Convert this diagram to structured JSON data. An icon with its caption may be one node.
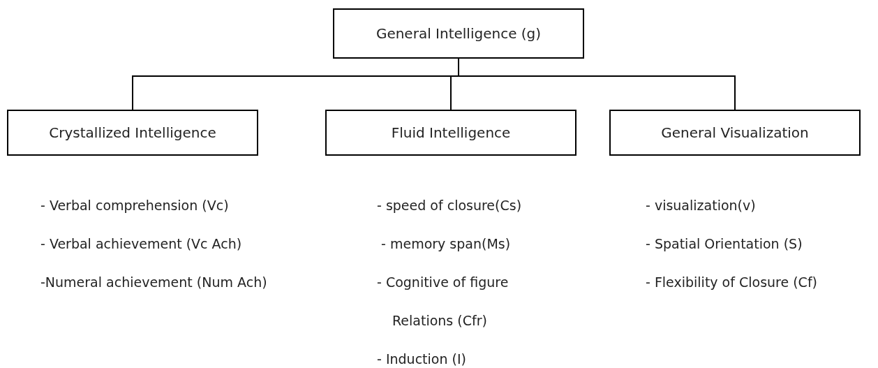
{
  "diagram": {
    "nodes": [
      {
        "text": [
          "General Intelligence (g)"
        ]
      },
      {
        "text": [
          "Crystallized Intelligence"
        ],
        "beside": [
          "- Verbal comprehension (Vc)",
          "- Verbal achievement (Vc Ach)",
          "-Numeral achievement (Num Ach)"
        ]
      },
      {
        "text": [
          "Fluid Intelligence"
        ],
        "beside": [
          "- speed of closure(Cs)",
          " - memory span(Ms)",
          "- Cognitive of figure Relations (Cfr)",
          "- Induction (I)"
        ]
      },
      {
        "text": [
          "General Visualization"
        ],
        "beside": [
          "- visualization(v)",
          "- Spatial Orientation (S)",
          "- Flexibility of Closure (Cf)"
        ]
      }
    ],
    "edges": [
      {
        "from": 0,
        "to": 1,
        "arrow": "none"
      },
      {
        "from": 0,
        "to": 2,
        "arrow": "none"
      },
      {
        "from": 0,
        "to": 3,
        "arrow": "none"
      }
    ]
  }
}
